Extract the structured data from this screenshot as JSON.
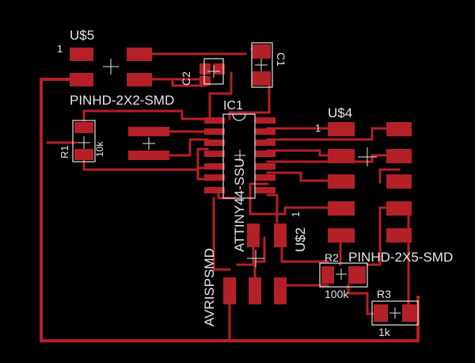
{
  "colors": {
    "background": "#000000",
    "copper": "#b42028",
    "silkscreen": "#e6e6e6"
  },
  "labels": {
    "us5": "U$5",
    "us5_pin1": "1",
    "pinhd_2x2": "PINHD-2X2-SMD",
    "c2": "C2",
    "c1": "C1",
    "ic1": "IC1",
    "attiny": "ATTINY44-SSU",
    "r1": "R1",
    "r1_value": "10k",
    "us4": "U$4",
    "us4_pin1": "1",
    "us2": "U$2",
    "us2_pin1": "1",
    "pinhd_2x5": "PINHD-2X5-SMD",
    "avrisp": "AVRISPSMD",
    "r2": "R2",
    "r2_value": "100k",
    "r3": "R3",
    "r3_value": "1k"
  }
}
